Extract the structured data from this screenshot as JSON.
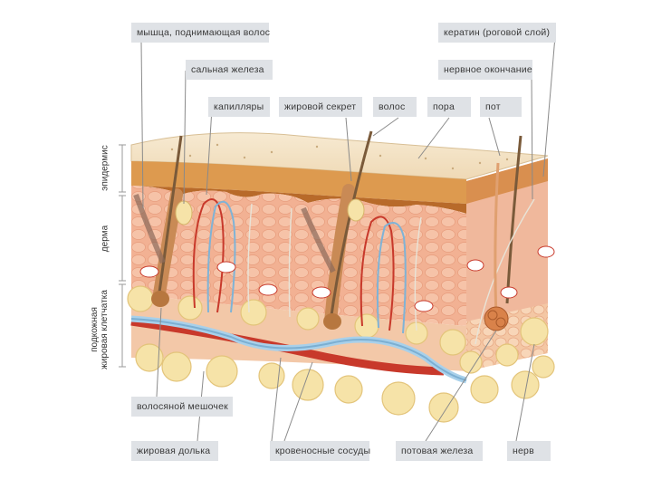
{
  "labels": {
    "muscle": "мышца, поднимающая волос",
    "sebaceous_gland": "сальная железа",
    "capillaries": "капилляры",
    "sebum": "жировой секрет",
    "hair": "волос",
    "pore": "пора",
    "sweat": "пот",
    "keratin": "кератин (роговой слой)",
    "nerve_ending": "нервное окончание",
    "hair_follicle": "волосяной мешочек",
    "fat_lobule": "жировая долька",
    "blood_vessels": "кровеносные сосуды",
    "sweat_gland": "потовая железа",
    "nerve": "нерв"
  },
  "layers": {
    "epidermis": "эпидермис",
    "dermis": "дерма",
    "hypodermis_line1": "подкожная",
    "hypodermis_line2": "жировая клетчатка"
  },
  "colors": {
    "label_bg": "#dfe2e6",
    "epidermis_top": "#f3dfc0",
    "epidermis_mid": "#e9a55a",
    "dermis": "#f3b59a",
    "fat": "#f6e3a8",
    "vein": "#7fb3d6",
    "artery": "#c8392b",
    "hair": "#7a5a3a"
  }
}
